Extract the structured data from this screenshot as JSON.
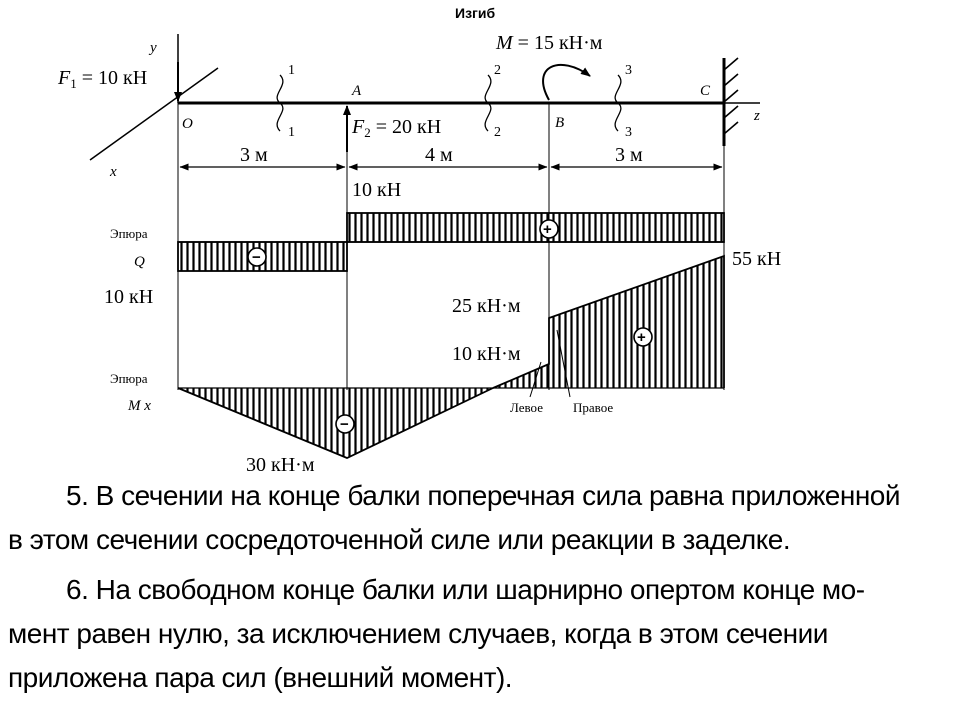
{
  "title": "Изгиб",
  "loads": {
    "f1": "F",
    "f1_sub": "1",
    "f1_value": " = 10 кН",
    "f2": "F",
    "f2_sub": "2",
    "f2_value": " = 20 кН",
    "moment": "M",
    "moment_value": " = 15 кН·м"
  },
  "points": {
    "o": "O",
    "a": "A",
    "b": "B",
    "c": "C"
  },
  "axes": {
    "y": "y",
    "x": "x",
    "z": "z"
  },
  "sections": [
    {
      "top": "1",
      "bottom": "1"
    },
    {
      "top": "2",
      "bottom": "2"
    },
    {
      "top": "3",
      "bottom": "3"
    }
  ],
  "dimensions": [
    "3 м",
    "4 м",
    "3 м"
  ],
  "shear_diagram": {
    "label_line1": "Эпюра",
    "label_line2": "Q",
    "value_top": "10 кН",
    "value_left": "10 кН",
    "sign_negative": "−",
    "sign_positive": "+"
  },
  "moment_diagram": {
    "label_line1": "Эпюра",
    "label_line2": "M x",
    "value_min": "30 кН·м",
    "value_left_b": "10 кН·м",
    "value_right_b": "25 кН·м",
    "value_end": "55 кН",
    "left_caption": "Левое",
    "right_caption": "Правое",
    "sign_negative": "−",
    "sign_positive": "+"
  },
  "paragraphs": [
    {
      "lines": [
        "5. В сечении на конце балки поперечная сила равна приложенной",
        "в этом сечении сосредоточенной силе или реакции в заделке."
      ]
    },
    {
      "lines": [
        "6. На свободном конце балки или шарнирно опертом конце мо-",
        "мент равен нулю, за исключением случаев, когда в этом сечении",
        "приложена пара сил (внешний момент)."
      ]
    }
  ]
}
